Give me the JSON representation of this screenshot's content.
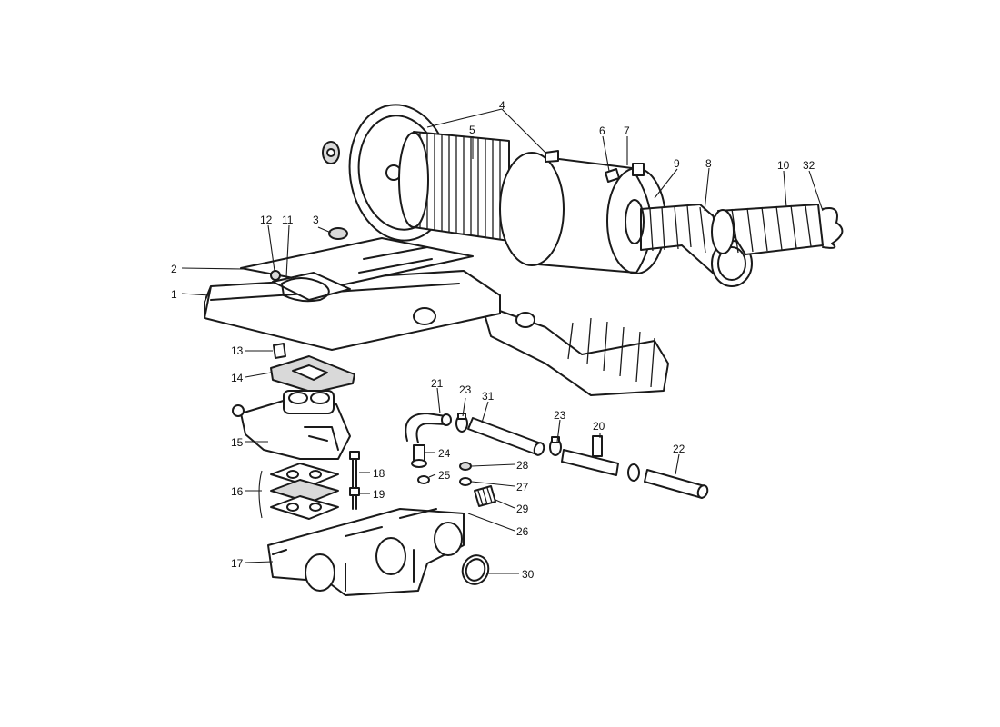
{
  "callouts": {
    "c1": "1",
    "c2": "2",
    "c3": "3",
    "c4": "4",
    "c5": "5",
    "c6": "6",
    "c7": "7",
    "c8": "8",
    "c9": "9",
    "c10": "10",
    "c11": "11",
    "c12": "12",
    "c13": "13",
    "c14": "14",
    "c15": "15",
    "c16": "16",
    "c17": "17",
    "c18": "18",
    "c19": "19",
    "c20": "20",
    "c21": "21",
    "c22": "22",
    "c23a": "23",
    "c23b": "23",
    "c24": "24",
    "c25": "25",
    "c26": "26",
    "c27": "27",
    "c28": "28",
    "c29": "29",
    "c30": "30",
    "c31": "31",
    "c32": "32"
  },
  "colors": {
    "line": "#1a1a1a",
    "shade": "#d9d9d9",
    "background": "#ffffff"
  }
}
